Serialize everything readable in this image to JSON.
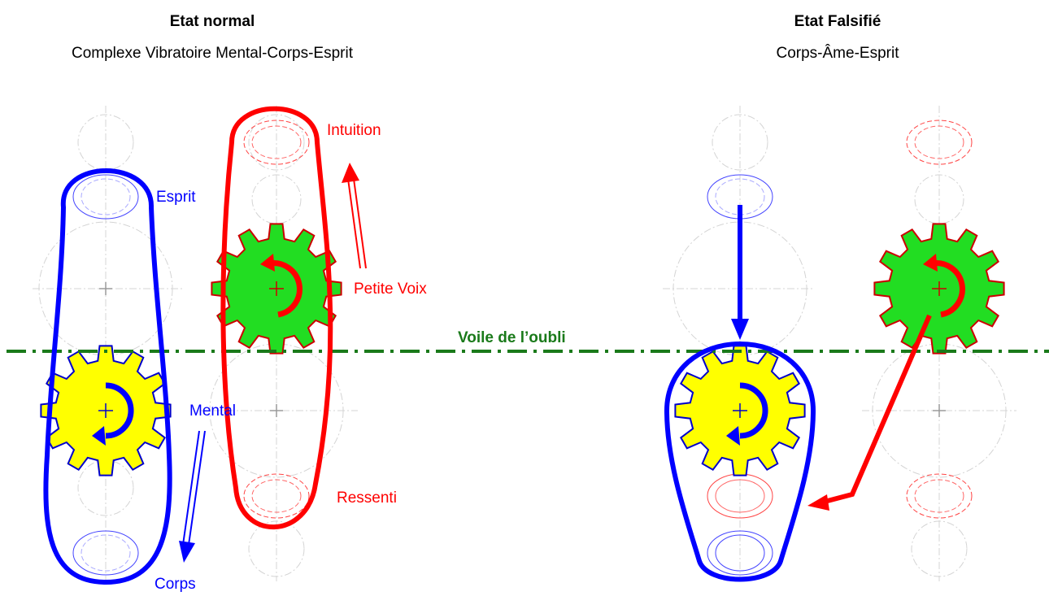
{
  "left_panel": {
    "title": "Etat normal",
    "subtitle": "Complexe Vibratoire Mental-Corps-Esprit",
    "labels": {
      "esprit": "Esprit",
      "mental": "Mental",
      "corps": "Corps",
      "intuition": "Intuition",
      "petite_voix": "Petite Voix",
      "ressenti": "Ressenti"
    }
  },
  "right_panel": {
    "title": "Etat Falsifié",
    "subtitle": "Corps-Âme-Esprit"
  },
  "veil": {
    "label": "Voile de l’oubli"
  },
  "colors": {
    "blue": "#0000ff",
    "red": "#ff0000",
    "gear_green": "#22dd22",
    "gear_yellow": "#ffff00",
    "veil_green": "#1a7a1a",
    "ghost": "#d4d4d4"
  },
  "icons": [
    "gear-icon",
    "rotation-arrow-icon",
    "double-arrow-icon",
    "arrow-icon"
  ]
}
